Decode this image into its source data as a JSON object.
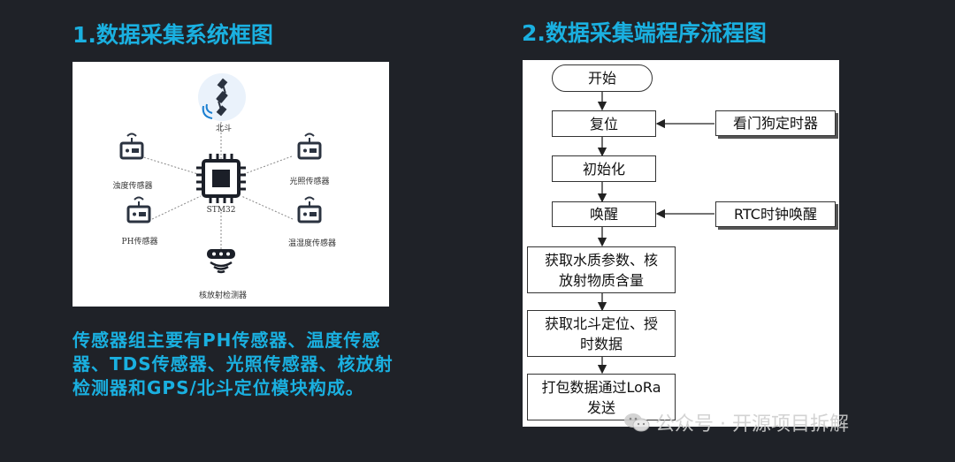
{
  "left": {
    "heading": "1.数据采集系统框图",
    "nodes": {
      "beidou": "北斗",
      "mcu": "STM32",
      "turbidity": "浊度传感器",
      "light": "光照传感器",
      "ph": "PH传感器",
      "temp_humidity": "温湿度传感器",
      "radiation": "核放射检测器"
    },
    "description": "传感器组主要有PH传感器、温度传感器、TDS传感器、光照传感器、核放射检测器和GPS/北斗定位模块构成。"
  },
  "right": {
    "heading": "2.数据采集端程序流程图",
    "flow": {
      "start": "开始",
      "reset": "复位",
      "watchdog": "看门狗定时器",
      "init": "初始化",
      "wake": "唤醒",
      "rtc": "RTC时钟唤醒",
      "acquire_water": "获取水质参数、核放射物质含量",
      "acquire_beidou": "获取北斗定位、授时数据",
      "pack": "打包数据通过LoRa发送"
    }
  },
  "watermark": {
    "icon": "wechat-icon",
    "text": "公众号 · 开源项目拆解"
  },
  "colors": {
    "background": "#1f2228",
    "accent": "#1ab0e0",
    "icon": "#2b3340"
  }
}
